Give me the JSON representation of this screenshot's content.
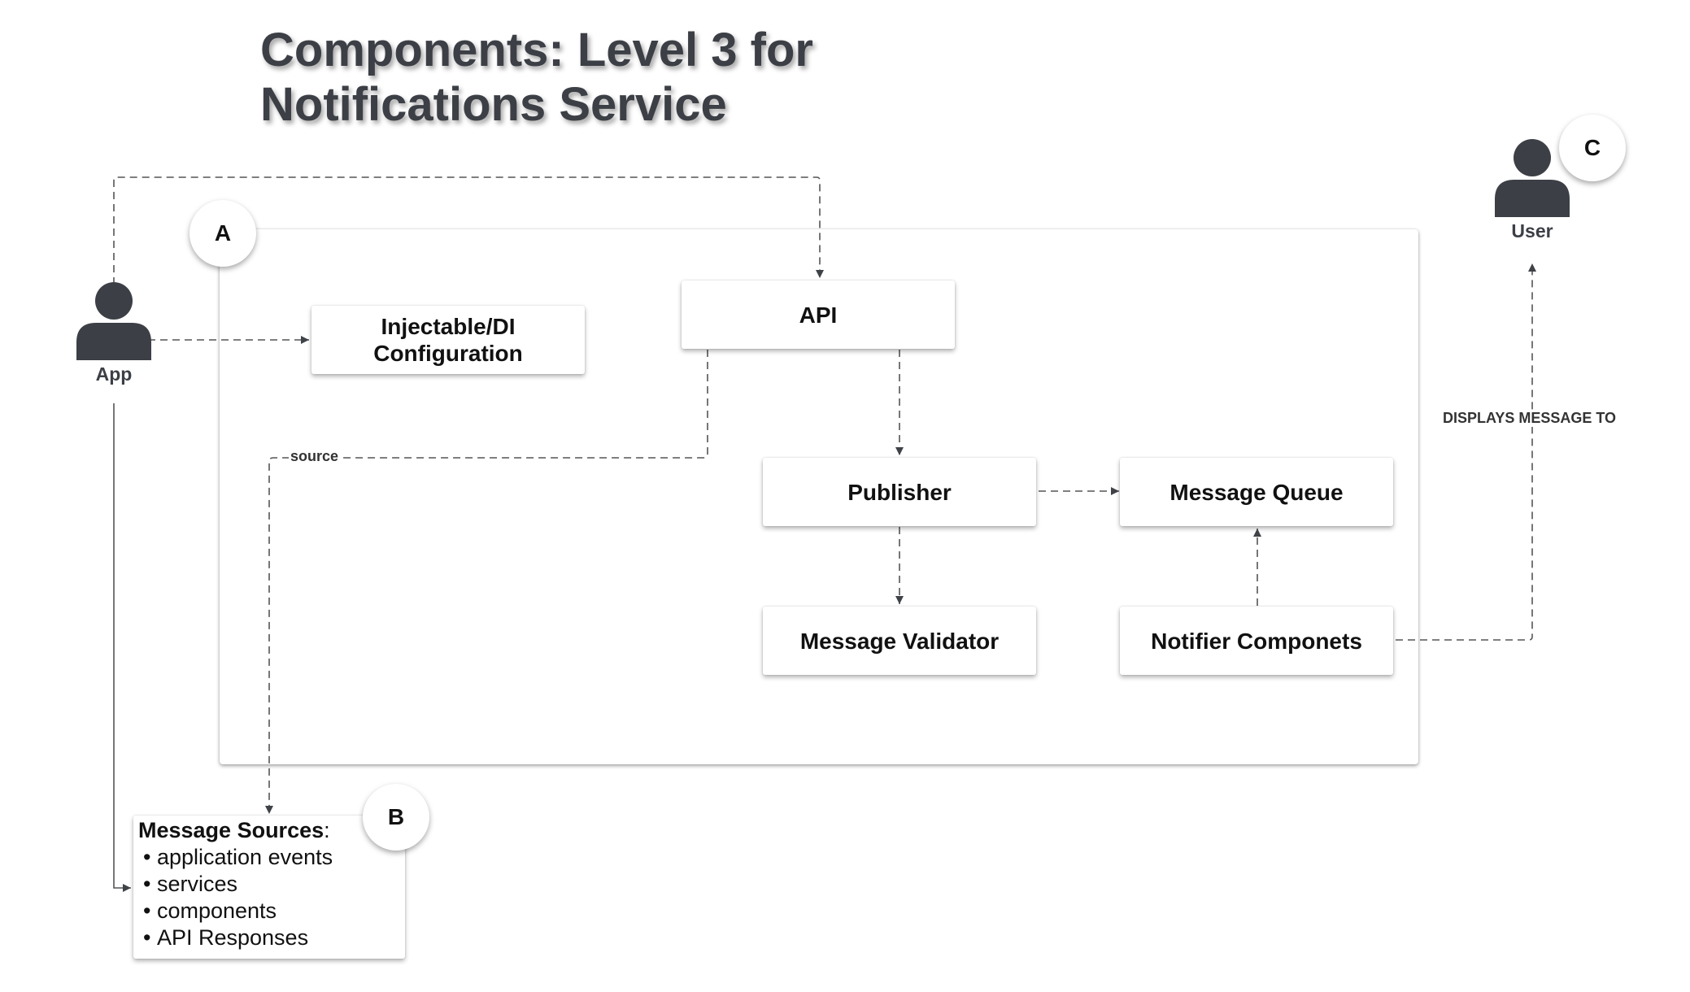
{
  "title_lines": [
    "Components: Level 3 for",
    "Notifications Service"
  ],
  "actors": {
    "app": "App",
    "user": "User"
  },
  "badges": {
    "a": "A",
    "b": "B",
    "c": "C"
  },
  "components": {
    "api": "API",
    "injectable": "Injectable/DI Configuration",
    "publisher": "Publisher",
    "message_queue": "Message Queue",
    "message_validator": "Message Validator",
    "notifier": "Notifier Componets"
  },
  "message_sources": {
    "heading": "Message Sources",
    "suffix": ":",
    "items": [
      "application events",
      "services",
      "components",
      "API Responses"
    ]
  },
  "edge_labels": {
    "source": "source",
    "displays": "DISPLAYS MESSAGE TO"
  }
}
